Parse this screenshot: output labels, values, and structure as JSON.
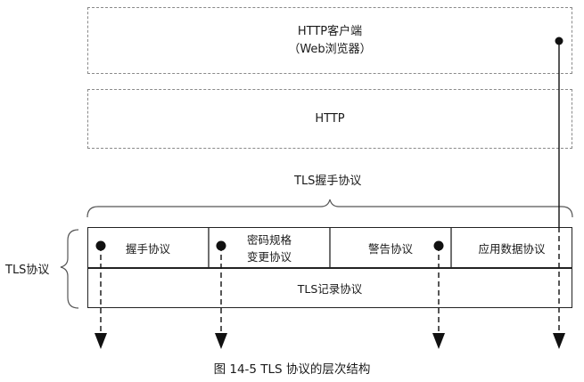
{
  "client": {
    "line1": "HTTP客户端",
    "line2": "（Web浏览器）"
  },
  "http": {
    "label": "HTTP"
  },
  "handshake_brace_label": "TLS握手协议",
  "tls_side_label": "TLS协议",
  "protocols": [
    {
      "label": "握手协议"
    },
    {
      "label1": "密码规格",
      "label2": "变更协议"
    },
    {
      "label": "警告协议"
    },
    {
      "label": "应用数据协议"
    }
  ],
  "record": {
    "label": "TLS记录协议"
  },
  "caption": "图 14-5    TLS 协议的层次结构"
}
